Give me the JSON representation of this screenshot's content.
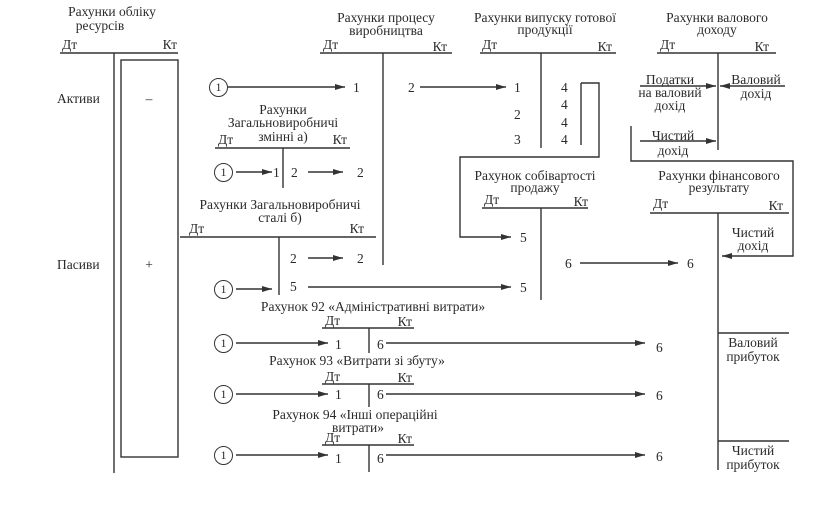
{
  "colors": {
    "line": "#333333",
    "text": "#2a2a2a",
    "background": "#ffffff"
  },
  "debit": "Дт",
  "credit": "Кт",
  "start_marker": "1",
  "accounts": {
    "resources": {
      "title_1": "Рахунки обліку",
      "title_2": "ресурсів",
      "assets": "Активи",
      "assets_sign": "–",
      "liabilities": "Пасиви",
      "liabilities_sign": "+"
    },
    "production": {
      "title_1": "Рахунки процесу",
      "title_2": "виробництва",
      "debit_entry": "1",
      "credit_entry": "2"
    },
    "overhead_variable": {
      "title_1": "Рахунки",
      "title_2": "Загальновиробничі",
      "title_3": "змінні а)",
      "debit_entry": "1",
      "credit_entry": "2",
      "target_entry": "2"
    },
    "overhead_fixed": {
      "title_1": "Рахунки Загальновиробничі",
      "title_2": "сталі б)",
      "credit_entry_1": "2",
      "target_entry_1": "2",
      "credit_entry_2": "5",
      "target_entry_2": "5"
    },
    "finished_goods": {
      "title_1": "Рахунки випуску готової",
      "title_2": "продукції",
      "debit_entries": [
        "1",
        "2",
        "3"
      ],
      "credit_entries": [
        "4",
        "4",
        "4",
        "4"
      ]
    },
    "cost_of_sales": {
      "title_1": "Рахунок собівартості",
      "title_2": "продажу",
      "debit_entry_1": "5",
      "debit_entry_2": "5",
      "credit_entry": "6"
    },
    "gross_income": {
      "title_1": "Рахунки валового",
      "title_2": "доходу",
      "tax_1": "Податки",
      "tax_2": "на валовий",
      "tax_3": "дохід",
      "gross_1": "Валовий",
      "gross_2": "дохід",
      "net_1": "Чистий",
      "net_2": "дохід"
    },
    "financial_result": {
      "title_1": "Рахунки фінансового",
      "title_2": "результату",
      "net_income_1": "Чистий",
      "net_income_2": "дохід",
      "entry": "6",
      "gross_profit_1": "Валовий",
      "gross_profit_2": "прибуток",
      "net_profit_1": "Чистий",
      "net_profit_2": "прибуток"
    },
    "account_92": {
      "title": "Рахунок 92 «Адміністративні витрати»",
      "debit_entry": "1",
      "credit_entry": "6",
      "target_entry": "6"
    },
    "account_93": {
      "title": "Рахунок 93 «Витрати зі збуту»",
      "debit_entry": "1",
      "credit_entry": "6",
      "target_entry": "6"
    },
    "account_94": {
      "title_1": "Рахунок 94 «Інші операційні",
      "title_2": "витрати»",
      "debit_entry": "1",
      "credit_entry": "6",
      "target_entry": "6"
    }
  }
}
